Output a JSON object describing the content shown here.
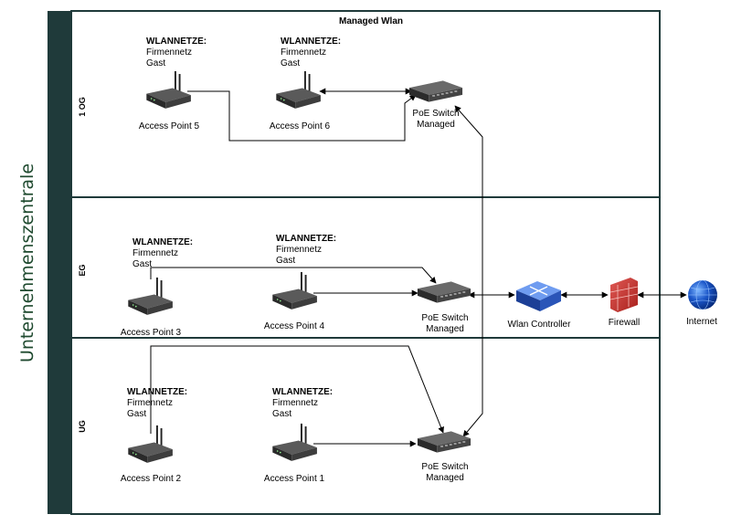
{
  "title": "Managed Wlan",
  "sidebar_label": "Unternehmenszentrale",
  "lanes": [
    {
      "id": "og",
      "label": "1 OG"
    },
    {
      "id": "eg",
      "label": "EG"
    },
    {
      "id": "ug",
      "label": "UG"
    }
  ],
  "access_points": [
    {
      "name": "Access Point 5",
      "lines": [
        "WLANNETZE:",
        "Firmennetz",
        "Gast"
      ]
    },
    {
      "name": "Access Point 6",
      "lines": [
        "WLANNETZE:",
        "Firmennetz",
        "Gast"
      ]
    },
    {
      "name": "Access Point 3",
      "lines": [
        "WLANNETZE:",
        "Firmennetz",
        "Gast"
      ]
    },
    {
      "name": "Access Point 4",
      "lines": [
        "WLANNETZE:",
        "Firmennetz",
        "Gast"
      ]
    },
    {
      "name": "Access Point 2",
      "lines": [
        "WLANNETZE:",
        "Firmennetz",
        "Gast"
      ]
    },
    {
      "name": "Access Point 1",
      "lines": [
        "WLANNETZE:",
        "Firmennetz",
        "Gast"
      ]
    }
  ],
  "switches": [
    {
      "line1": "PoE Switch",
      "line2": "Managed"
    },
    {
      "line1": "PoE Switch",
      "line2": "Managed"
    },
    {
      "line1": "PoE Switch",
      "line2": "Managed"
    }
  ],
  "controller": {
    "label": "Wlan Controller"
  },
  "firewall": {
    "label": "Firewall"
  },
  "internet": {
    "label": "Internet"
  }
}
